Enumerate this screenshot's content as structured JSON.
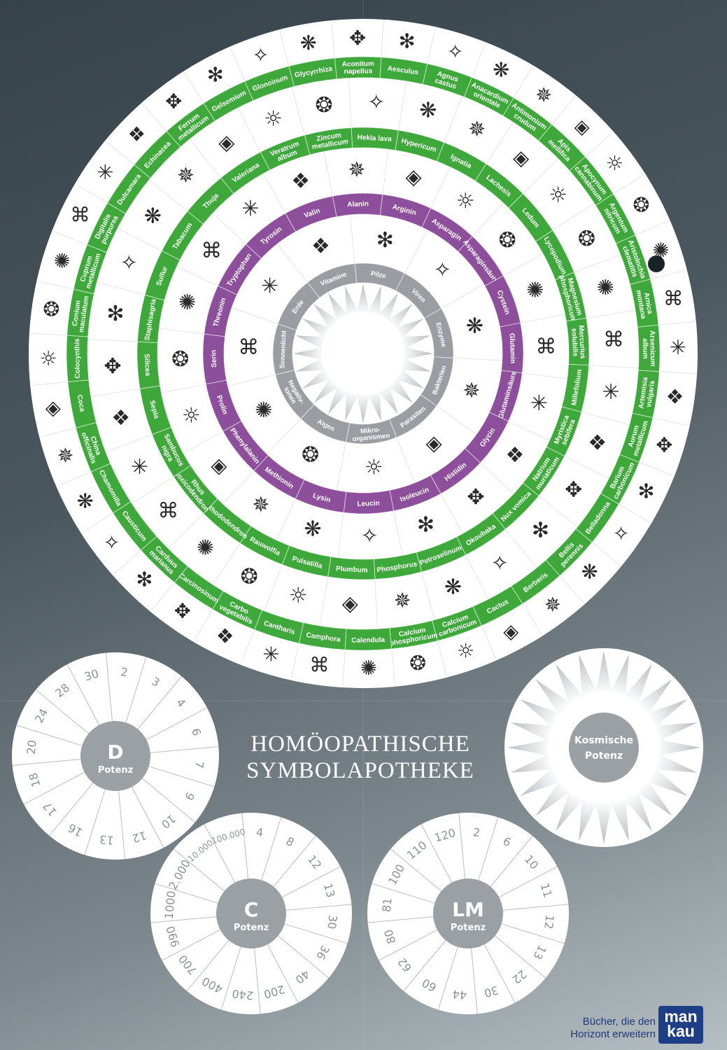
{
  "poster": {
    "title_line1": "HOMÖOPATHISCHE",
    "title_line2": "SYMBOLAPOTHEKE"
  },
  "wheel": {
    "outer_ring": [
      "Aconitum napellus",
      "Aesculus",
      "Agnus castus",
      "Anacardium orientale",
      "Antimonium crudum",
      "Apis mellifica",
      "Apocynum cannabinum",
      "Argentum nitricum",
      "Aristolochia clematitis",
      "Arnica montana",
      "Arsenicum album",
      "Artemisia vulgaris",
      "Aurum metallicum",
      "Barium carbonicum",
      "Belladonna",
      "Bellis perennis",
      "Berberis",
      "Cactus",
      "Calcium carbonicum",
      "Calcium phosphoricum",
      "Calendula",
      "Camphora",
      "Cantharis",
      "Carbo vegetabilis",
      "Carcinosinum",
      "Carduus marianus",
      "Causticum",
      "Chamomilla",
      "China officinalis",
      "Coca",
      "Colocynthis",
      "Conium maculatum",
      "Cuprum metallicum",
      "Digitalis purpurea",
      "Dulcamara",
      "Echinacea",
      "Ferrum metallicum",
      "Gelsemium",
      "Glonoinum",
      "Glycyrrhiza"
    ],
    "inner_ring": [
      "Hekla lava",
      "Hypericum",
      "Ignatia",
      "Lachesis",
      "Ledum",
      "Lycopodium",
      "Magnesium phosphoricum",
      "Mercurius solubilis",
      "Millefolium",
      "Myristica sebifera",
      "Natrium muriaticum",
      "Nux vomica",
      "Okoubaka",
      "Petroselinum",
      "Phosphorus",
      "Plumbum",
      "Pulsatilla",
      "Rauwolfia",
      "Rhododendron",
      "Rhus toxicodendron",
      "Sambucus nigra",
      "Sepia",
      "Silicea",
      "Staphisagria",
      "Sulfur",
      "Tabacum",
      "Thuja",
      "Valeriana",
      "Veratrum album",
      "Zincum metallicum"
    ],
    "amino_ring": [
      "Alanin",
      "Arginin",
      "Asparagin",
      "Asparaginsäure",
      "Cystein",
      "Glutamin",
      "Glutaminsäure",
      "Glycin",
      "Histidin",
      "Isoleucin",
      "Leucin",
      "Lysin",
      "Methionin",
      "Phenylalanin",
      "Prolin",
      "Serin",
      "Threonin",
      "Tryptophan",
      "Tyrosin",
      "Valin"
    ],
    "base_ring": [
      "Pilze",
      "Viren",
      "Enzyme",
      "Bakterien",
      "Parasiten",
      "Mikro-organismen",
      "Algen",
      "Negativ-Ionen",
      "Sonnenlicht",
      "Erde",
      "Vitamine"
    ]
  },
  "potency_disks": {
    "d": {
      "letter": "D",
      "label": "Potenz",
      "values": [
        "2",
        "3",
        "4",
        "6",
        "7",
        "9",
        "10",
        "12",
        "13",
        "16",
        "17",
        "18",
        "20",
        "24",
        "28",
        "30"
      ]
    },
    "c": {
      "letter": "C",
      "label": "Potenz",
      "values": [
        "4",
        "8",
        "12",
        "13",
        "30",
        "36",
        "40",
        "200",
        "240",
        "400",
        "700",
        "990",
        "1000",
        "2.000",
        "10.000",
        "100.000"
      ]
    },
    "lm": {
      "letter": "LM",
      "label": "Potenz",
      "values": [
        "2",
        "6",
        "10",
        "11",
        "12",
        "13",
        "22",
        "30",
        "44",
        "60",
        "62",
        "80",
        "81",
        "100",
        "110",
        "120"
      ]
    }
  },
  "cosmic_disk": {
    "line1": "Kosmische",
    "line2": "Potenz"
  },
  "publisher": {
    "slogan_line1": "Bücher, die den",
    "slogan_line2": "Horizont erweitern",
    "logo_line1": "man",
    "logo_line2": "kau"
  },
  "colors": {
    "remedy_ring": "#3ea83a",
    "amino_ring": "#8d4f9b",
    "base_ring": "#9a9ea2",
    "disk_center": "#9aa0a4",
    "publisher_blue": "#1e3f86"
  }
}
